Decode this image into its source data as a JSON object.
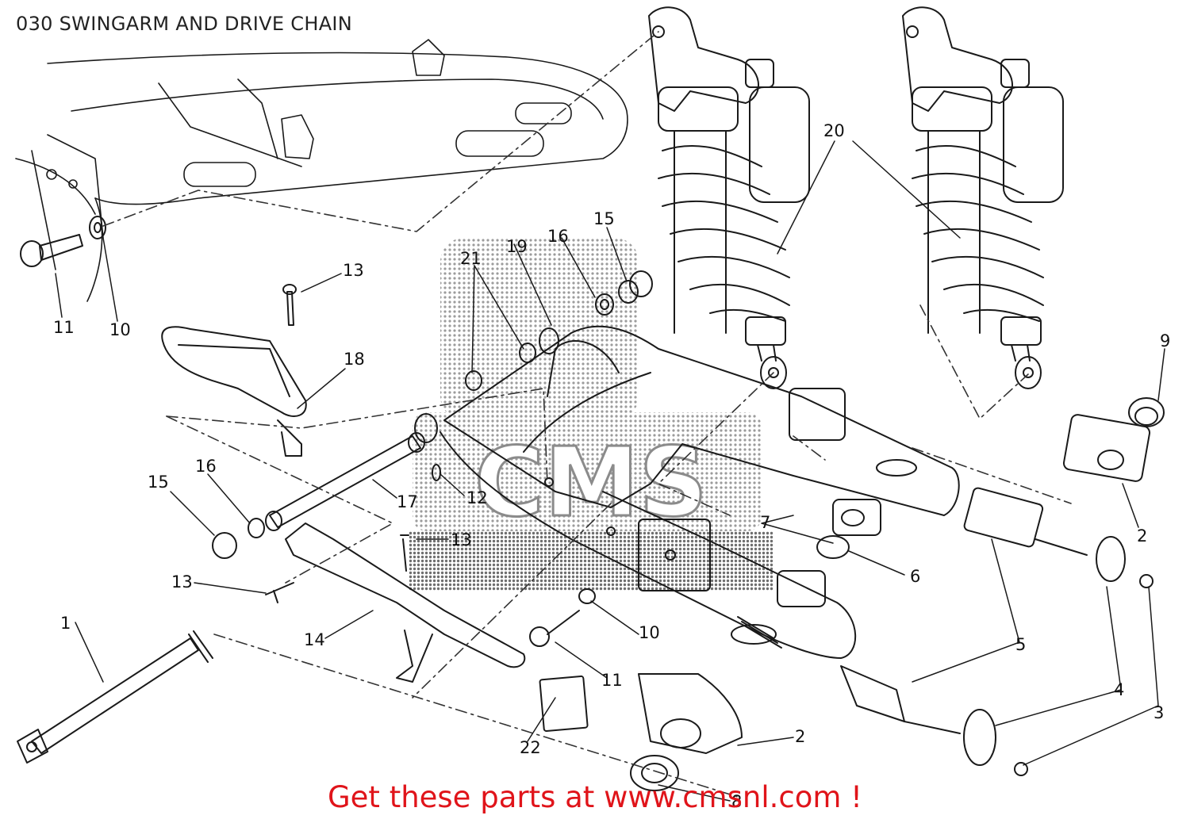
{
  "title": "030 SWINGARM AND DRIVE CHAIN",
  "footer": "Get these parts at www.cmsnl.com !",
  "watermark": {
    "text": "CMS",
    "color": "#9a9a9a"
  },
  "colors": {
    "line": "#1a1a1a",
    "footer": "#e0141a",
    "dash": "#333333"
  },
  "callouts": [
    {
      "id": "c20",
      "label": "20"
    },
    {
      "id": "c15a",
      "label": "15"
    },
    {
      "id": "c16a",
      "label": "16"
    },
    {
      "id": "c19",
      "label": "19"
    },
    {
      "id": "c21",
      "label": "21"
    },
    {
      "id": "c13a",
      "label": "13"
    },
    {
      "id": "c11a",
      "label": "11"
    },
    {
      "id": "c10a",
      "label": "10"
    },
    {
      "id": "c18",
      "label": "18"
    },
    {
      "id": "c9",
      "label": "9"
    },
    {
      "id": "c15b",
      "label": "15"
    },
    {
      "id": "c16b",
      "label": "16"
    },
    {
      "id": "c17",
      "label": "17"
    },
    {
      "id": "c12",
      "label": "12"
    },
    {
      "id": "c13b",
      "label": "13"
    },
    {
      "id": "c7",
      "label": "7"
    },
    {
      "id": "c2a",
      "label": "2"
    },
    {
      "id": "c6",
      "label": "6"
    },
    {
      "id": "c13c",
      "label": "13"
    },
    {
      "id": "c14",
      "label": "14"
    },
    {
      "id": "c10b",
      "label": "10"
    },
    {
      "id": "c1",
      "label": "1"
    },
    {
      "id": "c11b",
      "label": "11"
    },
    {
      "id": "c5",
      "label": "5"
    },
    {
      "id": "c4",
      "label": "4"
    },
    {
      "id": "c3",
      "label": "3"
    },
    {
      "id": "c22",
      "label": "22"
    },
    {
      "id": "c2b",
      "label": "2"
    },
    {
      "id": "c8",
      "label": "8"
    }
  ]
}
